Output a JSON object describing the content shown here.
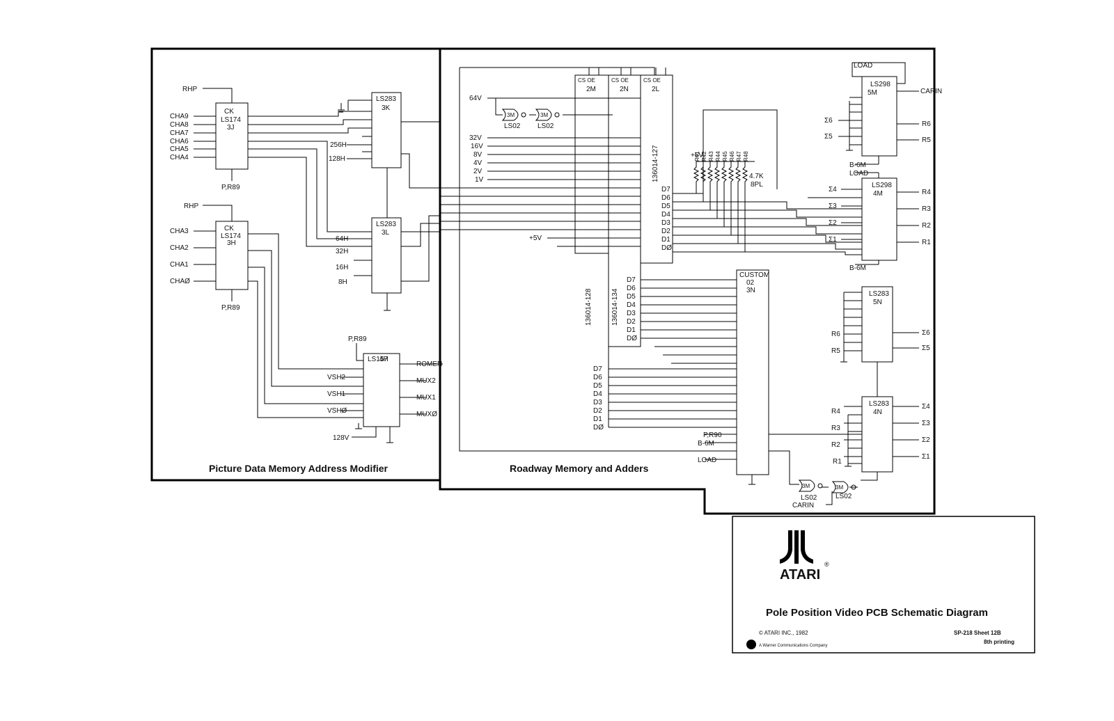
{
  "sections": {
    "left_title": "Picture Data Memory Address Modifier",
    "right_title": "Roadway Memory and Adders"
  },
  "title_block": {
    "brand": "ATARI",
    "registered": "®",
    "title": "Pole Position Video PCB Schematic Diagram",
    "copyright": "© ATARI INC., 1982",
    "warner": "A Warner Communications Company",
    "sheet_ref": "SP-218   Sheet 12B",
    "printing": "8th printing"
  },
  "chips": {
    "c3j": {
      "type": "LS174",
      "loc": "3J"
    },
    "c3k": {
      "type": "LS283",
      "loc": "3K"
    },
    "c3h": {
      "type": "LS174",
      "loc": "3H"
    },
    "c3l": {
      "type": "LS283",
      "loc": "3L"
    },
    "c4h": {
      "type": "LS157",
      "loc": "4H"
    },
    "m2m": {
      "loc": "2M",
      "part": "136014-128"
    },
    "m2n": {
      "loc": "2N",
      "part": "136014-134"
    },
    "m2l": {
      "loc": "2L",
      "part": "136014-127"
    },
    "c5m": {
      "type": "LS298",
      "loc": "5M"
    },
    "c4m": {
      "type": "LS298",
      "loc": "4M"
    },
    "c5n": {
      "type": "LS283",
      "loc": "5N"
    },
    "c4n": {
      "type": "LS283",
      "loc": "4N"
    },
    "custom": {
      "type": "CUSTOM",
      "part": "02",
      "loc": "3N"
    },
    "gate_3m": "3M",
    "gate_ls02": "LS02"
  },
  "nets": {
    "rhp": "RHP",
    "pr89": "P,R89",
    "cha_top": [
      "CHA9",
      "CHA8",
      "CHA7",
      "CHA6",
      "CHA5",
      "CHA4"
    ],
    "cha_bottom": [
      "CHA3",
      "CHA2",
      "CHA1",
      "CHAØ"
    ],
    "vsh": [
      "VSH2",
      "VSH1",
      "VSHØ"
    ],
    "h_inputs": [
      "256H",
      "128H",
      "64H",
      "32H",
      "16H",
      "8H"
    ],
    "mux_out": [
      "ROMEN",
      "MUX2",
      "MUX1",
      "MUXØ"
    ],
    "v128": "128V",
    "v_inputs": [
      "64V",
      "32V",
      "16V",
      "8V",
      "4V",
      "2V",
      "1V"
    ],
    "plus5": "+5V",
    "resistors": [
      "R41",
      "R42",
      "R43",
      "R44",
      "R45",
      "R46",
      "R47",
      "R48"
    ],
    "res_value": "4.7K",
    "res_pos": "8PL",
    "data_bus": [
      "D7",
      "D6",
      "D5",
      "D4",
      "D3",
      "D2",
      "D1",
      "DØ"
    ],
    "load": "LOAD",
    "b6m": "B-6M",
    "carin": "CARIN",
    "sums": [
      "Σ4",
      "Σ3",
      "Σ2",
      "Σ1"
    ],
    "sums_hi": [
      "Σ6",
      "Σ5"
    ],
    "r_out": [
      "R4",
      "R3",
      "R2",
      "R1"
    ],
    "r_hi": [
      "R6",
      "R5"
    ],
    "p_r90": "P,R90",
    "ck": "CK",
    "cs_oe": "CS OE"
  }
}
